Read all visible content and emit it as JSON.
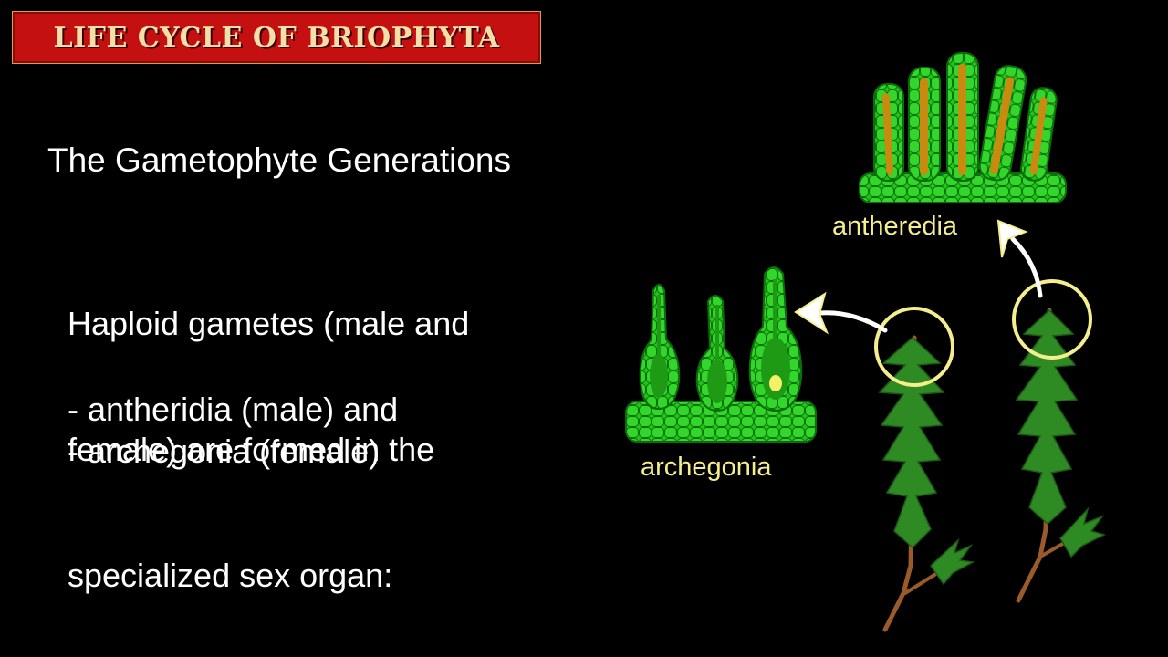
{
  "header": {
    "title": "LIFE CYCLE OF BRIOPHYTA"
  },
  "main": {
    "subtitle": "The Gametophyte Generations",
    "description_lines": [
      "Haploid gametes (male and",
      "female) are formed in the",
      "specialized sex organ:"
    ],
    "organs": [
      "- antheridia (male) and",
      "- archegonia (female)"
    ]
  },
  "diagram": {
    "label_archegonia": "archegonia",
    "label_antheredia": "antheredia",
    "colors": {
      "cell_green": "#22c41a",
      "cell_outline": "#0c6e0a",
      "sperm_orange": "#c98a10",
      "egg_yellow": "#f4f06a",
      "moss_green": "#2e8a22",
      "stem_brown": "#9a5a2a",
      "highlight_yellow": "#f4ee8c",
      "arrow_white": "#ffffff"
    }
  }
}
